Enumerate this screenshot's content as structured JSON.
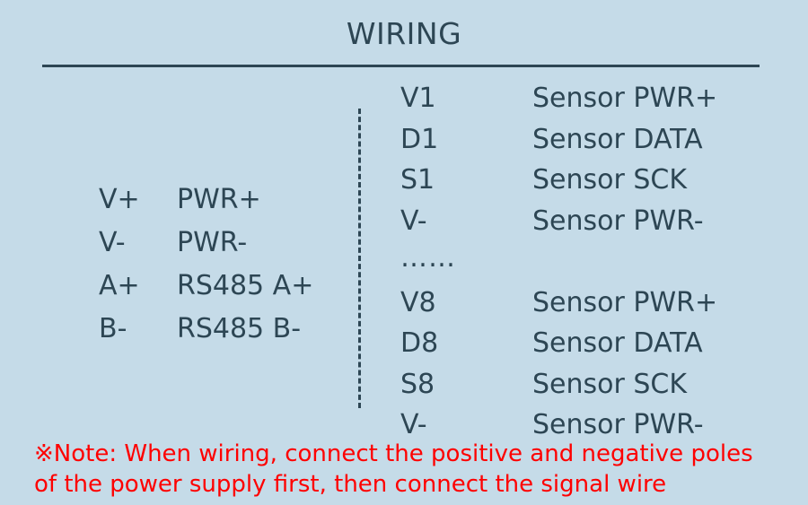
{
  "title": "WIRING",
  "colors": {
    "background": "#c5dbe8",
    "text": "#2d4654",
    "rule": "#2d4654",
    "note": "#fe0000"
  },
  "left_column": {
    "rows": [
      {
        "code": "V+",
        "desc": "PWR+"
      },
      {
        "code": "V-",
        "desc": "PWR-"
      },
      {
        "code": "A+",
        "desc": "RS485 A+"
      },
      {
        "code": "B-",
        "desc": "RS485 B-"
      }
    ]
  },
  "right_column": {
    "rows": [
      {
        "code": "V1",
        "desc": "Sensor PWR+"
      },
      {
        "code": "D1",
        "desc": "Sensor DATA"
      },
      {
        "code": "S1",
        "desc": "Sensor SCK"
      },
      {
        "code": "V-",
        "desc": "Sensor PWR-"
      },
      {
        "code": "……",
        "desc": ""
      },
      {
        "code": "V8",
        "desc": "Sensor PWR+"
      },
      {
        "code": "D8",
        "desc": "Sensor DATA"
      },
      {
        "code": "S8",
        "desc": "Sensor SCK"
      },
      {
        "code": "V-",
        "desc": "Sensor PWR-"
      }
    ]
  },
  "note": {
    "line1": "※Note: When wiring, connect the positive and negative poles",
    "line2": "of the power supply first, then connect the signal wire"
  }
}
